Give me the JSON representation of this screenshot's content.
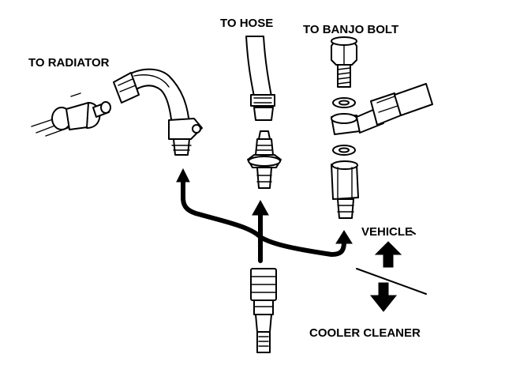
{
  "labels": {
    "to_radiator": "TO RADIATOR",
    "to_hose": "TO HOSE",
    "to_banjo_bolt": "TO BANJO BOLT",
    "vehicle": "VEHICLE",
    "cooler_cleaner": "COOLER CLEANER"
  },
  "colors": {
    "ink": "#000000",
    "paper": "#ffffff"
  }
}
